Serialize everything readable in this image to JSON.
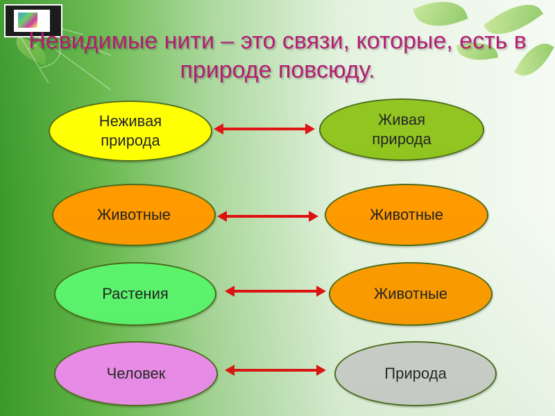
{
  "title": "Невидимые нити – это связи, которые, есть в природе повсюду.",
  "colors": {
    "title": "#b0146e",
    "arrow": "#e01010",
    "yellow": "#ffff00",
    "green": "#8fc41c",
    "orange": "#ff9a00",
    "light_green": "#5cf56e",
    "violet": "#f28bf2",
    "gray": "#cfcfcf"
  },
  "pairs": [
    {
      "left": "Неживая природа",
      "right": "Живая природа"
    },
    {
      "left": "Животные",
      "right": "Животные"
    },
    {
      "left": "Растения",
      "right": "Животные"
    },
    {
      "left": "Человек",
      "right": "Природа"
    }
  ]
}
